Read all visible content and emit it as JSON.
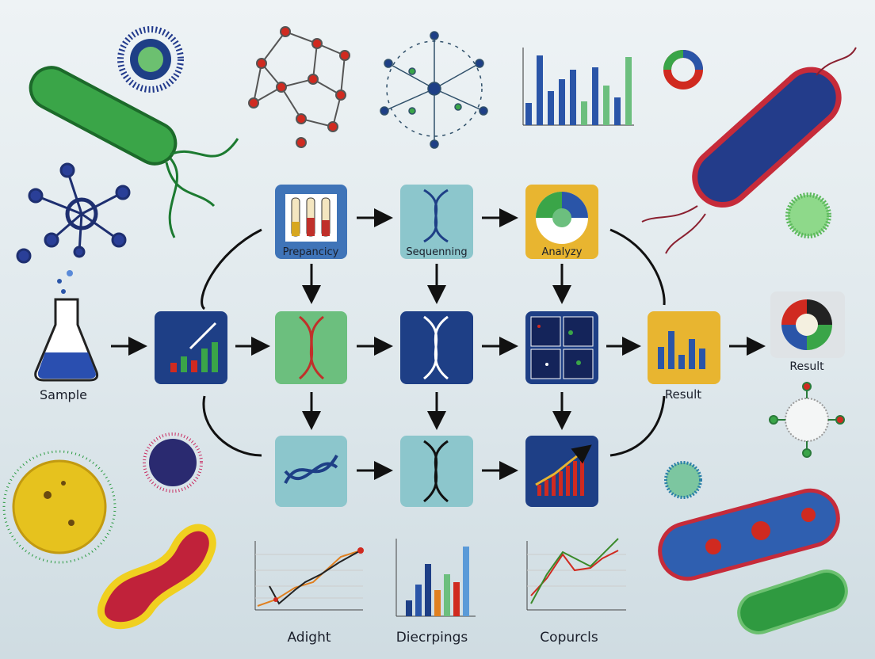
{
  "labels": {
    "sample": "Sample",
    "preparation": "Prepancicy",
    "sequencing": "Sequenning",
    "analysis": "Analyzy",
    "result_center": "Result",
    "result_right": "Result",
    "chart_left": "Adight",
    "chart_middle": "Diecrpings",
    "chart_right": "Copurcls"
  },
  "colors": {
    "tile_blue": "#3f74b8",
    "tile_teal": "#8cc6cc",
    "tile_yellow": "#e8b530",
    "tile_navy": "#1e3f86",
    "tile_green": "#6cbf7e",
    "arrow": "#111111"
  }
}
